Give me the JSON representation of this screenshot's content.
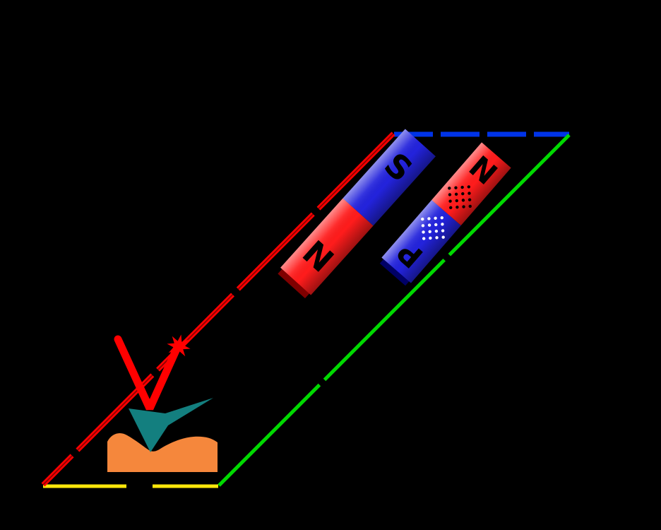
{
  "figure": {
    "title": "magnetic-probe-scan-diagram",
    "magnets": [
      {
        "name": "left-bar-magnet",
        "top_pole": "S",
        "bottom_pole": "N"
      },
      {
        "name": "right-bar-magnet",
        "top_pole": "N",
        "bottom_pole": "P"
      }
    ],
    "colors": {
      "background": "#000000",
      "edge_top": "#0033e8",
      "edge_left": "#ff0000",
      "edge_right": "#00d900",
      "edge_bottom": "#ffe70a",
      "laser_beam": "#ff0000",
      "laser_spot": "#ff0000",
      "cantilever": "#137f7f",
      "sample": "#f5873c",
      "magnet_red": "#ff1c1c",
      "magnet_red_dark": "#7f0000",
      "magnet_blue": "#2323dc",
      "magnet_blue_dark": "#000066",
      "dots_on_red": "#000000",
      "dots_on_blue": "#ffffff",
      "pole_label": "#000000"
    }
  }
}
